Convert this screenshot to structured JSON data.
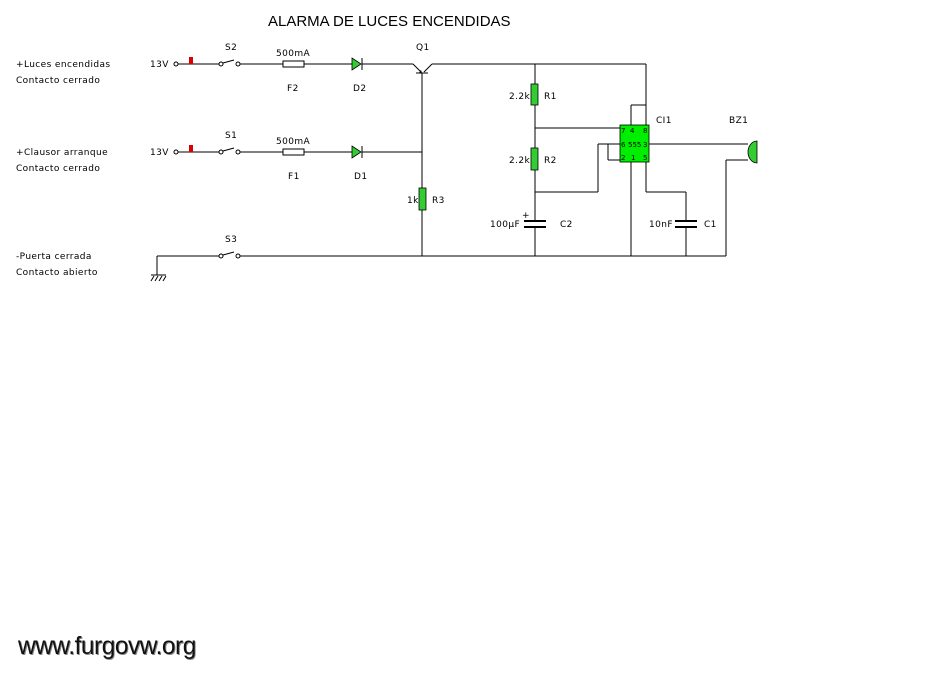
{
  "title": "ALARMA DE LUCES ENCENDIDAS",
  "colors": {
    "component_fill": "#33cc33",
    "ic_fill": "#00ee00",
    "supply_marker": "#dd0000",
    "wire": "#000000",
    "background": "#ffffff"
  },
  "inputs": [
    {
      "label": "+Luces encendidas",
      "sublabel": "Contacto cerrado",
      "voltage": "13V",
      "switch": "S2",
      "fuse": "F2",
      "fuse_value": "500mA",
      "diode": "D2"
    },
    {
      "label": "+Clausor arranque",
      "sublabel": "Contacto cerrado",
      "voltage": "13V",
      "switch": "S1",
      "fuse": "F1",
      "fuse_value": "500mA",
      "diode": "D1"
    },
    {
      "label": "-Puerta cerrada",
      "sublabel": "Contacto abierto",
      "switch": "S3",
      "ground": "ground-icon"
    }
  ],
  "components": {
    "transistor": {
      "ref": "Q1"
    },
    "r1": {
      "ref": "R1",
      "value": "2.2k"
    },
    "r2": {
      "ref": "R2",
      "value": "2.2k"
    },
    "r3": {
      "ref": "R3",
      "value": "1k"
    },
    "c1": {
      "ref": "C1",
      "value": "10nF"
    },
    "c2": {
      "ref": "C2",
      "value": "100µF",
      "polarity": "+"
    },
    "ic": {
      "ref": "CI1",
      "name": "555",
      "pins": {
        "p7": "7",
        "p4": "4",
        "p8": "8",
        "p6": "6",
        "p3": "3",
        "p2": "2",
        "p1": "1",
        "p5": "5"
      }
    },
    "buzzer": {
      "ref": "BZ1"
    }
  },
  "watermark": "www.furgovw.org"
}
